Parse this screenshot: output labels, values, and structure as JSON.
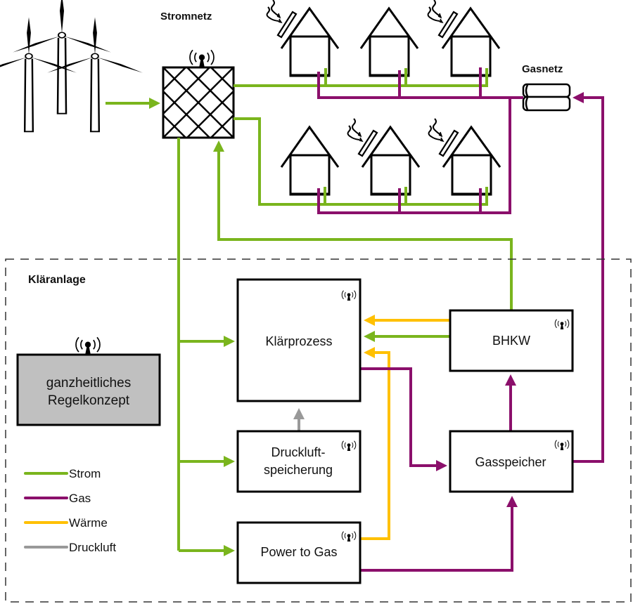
{
  "colors": {
    "strom": "#7ab51d",
    "gas": "#8b0f6b",
    "waerme": "#ffc000",
    "druckluft": "#999999",
    "controller_fill": "#c0c0c0",
    "outline": "#000000"
  },
  "labels": {
    "stromnetz": "Stromnetz",
    "gasnetz": "Gasnetz",
    "klaeranlage": "Kläranlage"
  },
  "controller": {
    "line1": "ganzheitliches",
    "line2": "Regelkonzept"
  },
  "nodes": {
    "klaerprozess": "Klärprozess",
    "bhkw": "BHKW",
    "druckluft_line1": "Druckluft-",
    "druckluft_line2": "speicherung",
    "gasspeicher": "Gasspeicher",
    "power_to_gas": "Power to Gas"
  },
  "legend": [
    {
      "label": "Strom",
      "color": "#7ab51d"
    },
    {
      "label": "Gas",
      "color": "#8b0f6b"
    },
    {
      "label": "Wärme",
      "color": "#ffc000"
    },
    {
      "label": "Druckluft",
      "color": "#999999"
    }
  ],
  "houses": {
    "top_row": [
      {
        "solar": true
      },
      {
        "solar": false
      },
      {
        "solar": true
      }
    ],
    "bottom_row": [
      {
        "solar": false
      },
      {
        "solar": true
      },
      {
        "solar": true
      }
    ]
  }
}
